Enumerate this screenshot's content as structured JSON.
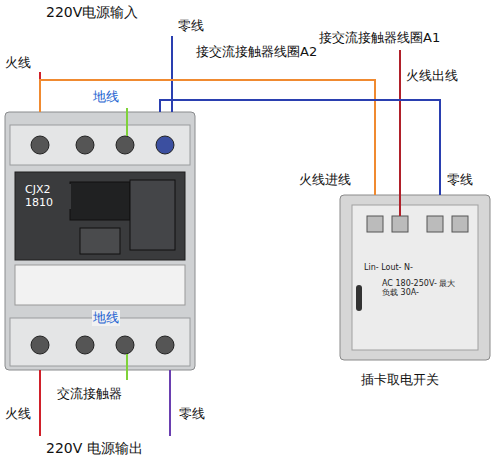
{
  "diagram": {
    "nodes": [
      {
        "text": [
          "CJX2 1810"
        ]
      },
      {
        "text": [
          "Lin- Lout- N-",
          "AC 180-250V- 最大负载 30A-"
        ]
      }
    ],
    "edges": [
      {
        "from": 0,
        "to": 1,
        "arrow": "none"
      },
      {
        "from": 0,
        "to": 1,
        "arrow": "none"
      }
    ],
    "labels": [
      "火线",
      "220V电源输入",
      "零线",
      "接交流接触器线圈A2",
      "接交流接触器线圈A1",
      "火线出线",
      "地线",
      "火线进线",
      "零线",
      "地线",
      "交流接触器",
      "插卡取电开关",
      "火线",
      "零线",
      "220V 电源输出"
    ]
  }
}
